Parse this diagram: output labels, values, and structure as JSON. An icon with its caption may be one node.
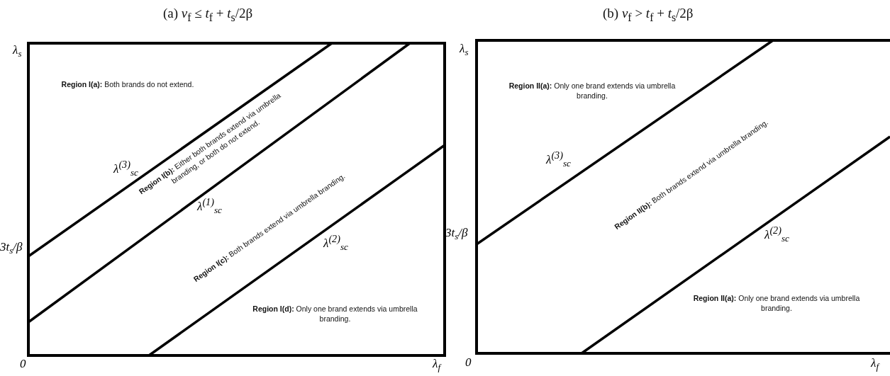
{
  "diagram": {
    "labels": [
      "(a) *v*$_{f}$ ≤ *t*$_{f}$ + *t*$_{s}$/2β",
      "(b) *v*$_{f}$ > *t*$_{f}$ + *t*$_{s}$/2β",
      "λ$_{s}$",
      "**Region I(a):** Both brands do not extend.",
      "**Region I(b):** Either both brands extend via umbrella branding, or both do not extend.",
      "λ$^{(3)}$$_{sc}$",
      "λ$^{(1)}$$_{sc}$",
      "**Region I(c):** Both brands  extend via umbrella branding.",
      "λ$^{(2)}$$_{sc}$",
      "3t$_{s}$/β",
      "**Region I(d):** Only one brand extends via umbrella branding.",
      "0",
      "λ$_{f}$",
      "λ$_{s}$",
      "**Region II(a):** Only one brand extends via umbrella branding.",
      "λ$^{(3)}$$_{sc}$",
      "**Region II(b):** Both brands extend via umbrella branding.",
      "3t$_{s}$/β",
      "λ$^{(2)}$$_{sc}$",
      "**Region II(a):** Only one brand extends via umbrella branding.",
      "0",
      "λ$_{f}$"
    ]
  }
}
